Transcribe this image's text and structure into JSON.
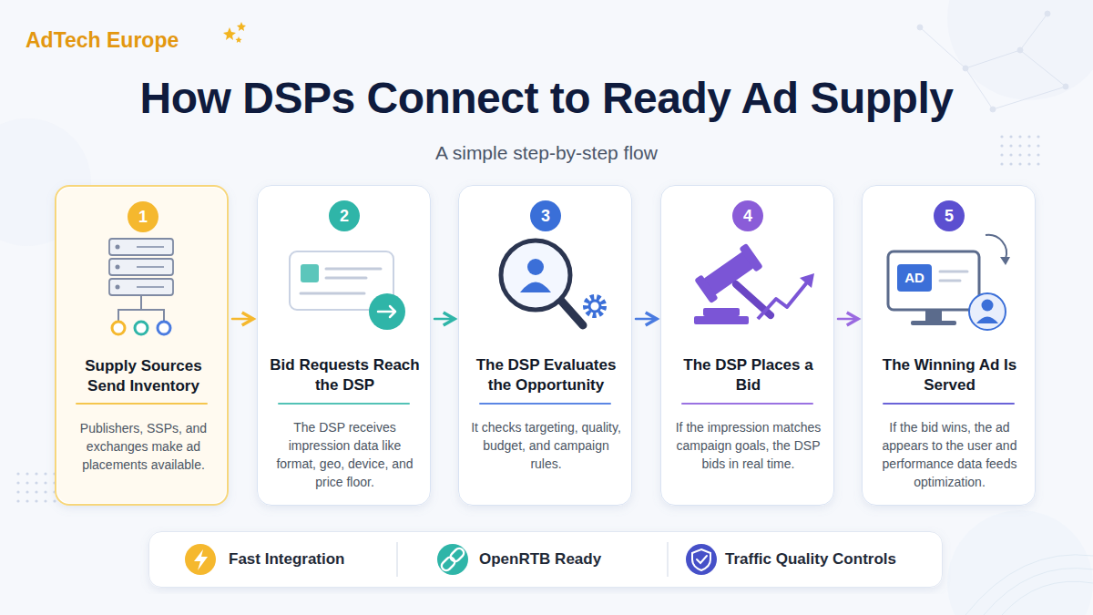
{
  "diagram": {
    "title": "How DSPs Connect to Ready Ad Supply",
    "nodes": [
      {
        "text": [
          "Supply Sources Send Inventory",
          "Publishers, SSPs, and exchanges make ad placements available."
        ]
      },
      {
        "text": [
          "1"
        ],
        "in": 0
      },
      {
        "text": [
          "Bid Requests Reach the DSP",
          "The DSP receives impression data like format, geo, device, and price floor."
        ]
      },
      {
        "text": [
          "2"
        ],
        "in": 2
      },
      {
        "text": [
          "The DSP Evaluates the Opportunity",
          "It checks targeting, quality, budget, and campaign rules."
        ]
      },
      {
        "text": [
          "3"
        ],
        "in": 4
      },
      {
        "text": [
          "The DSP Places a Bid",
          "If the impression matches campaign goals, the DSP bids in real time."
        ]
      },
      {
        "text": [
          "4"
        ],
        "in": 6
      },
      {
        "text": [
          "The Winning Ad Is Served",
          "If the bid wins, the ad appears to the user and performance data feeds optimization."
        ]
      },
      {
        "text": [
          "5"
        ],
        "in": 8
      },
      {
        "text": [
          "Fast Integration",
          "OpenRTB Ready",
          "Traffic Quality Controls"
        ]
      }
    ],
    "edges": [
      {
        "from": 0,
        "to": 2,
        "arrow": "to"
      },
      {
        "from": 2,
        "to": 4,
        "arrow": "to"
      },
      {
        "from": 4,
        "to": 6,
        "arrow": "to"
      },
      {
        "from": 6,
        "to": 8,
        "arrow": "to"
      }
    ],
    "labels": [
      "AdTech Europe",
      "A simple step-by-step flow",
      "AD"
    ]
  }
}
